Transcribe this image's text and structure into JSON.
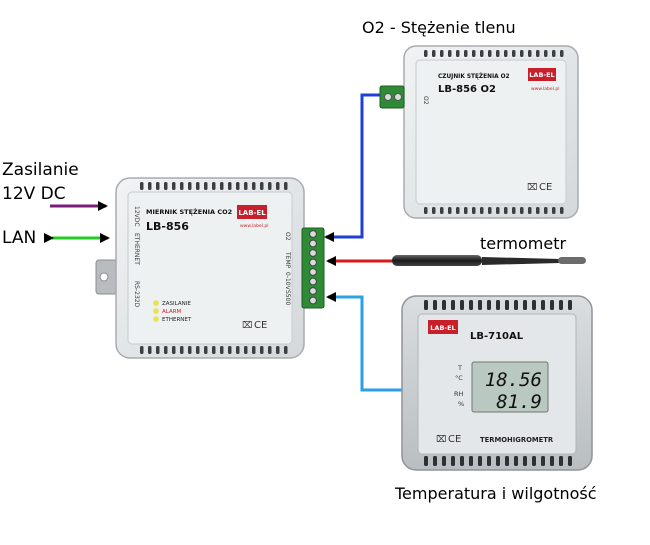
{
  "labels": {
    "o2_sensor": "O2 - Stężenie tlenu",
    "power_line1": "Zasilanie",
    "power_line2": "12V DC",
    "lan": "LAN",
    "thermometer": "termometr",
    "thermohygrometer_caption": "Temperatura i wilgotność"
  },
  "main_device": {
    "title": "MIERNIK STĘŻENIA CO2",
    "model": "LB-856",
    "brand": "LAB-EL",
    "url": "www.label.pl",
    "port_12vdc": "12VDC",
    "port_ethernet": "ETHERNET",
    "port_rs": "RS-232D",
    "port_o2": "O2",
    "port_temp": "TEMP",
    "port_010v": "0-10V",
    "port_s500": "S500",
    "led_power": "ZASILANIE",
    "led_alarm": "ALARM",
    "led_ethernet": "ETHERNET",
    "cert": "CE"
  },
  "o2_device": {
    "title": "CZUJNIK STĘŻENIA O2",
    "model": "LB-856 O2",
    "brand": "LAB-EL",
    "url": "www.label.pl",
    "side": "O2",
    "cert": "CE"
  },
  "thermo_device": {
    "brand": "LAB-EL",
    "model": "LB-710AL",
    "temp_unit": "T",
    "temp_unit2": "°C",
    "temp_value": "18.56",
    "rh_unit": "RH",
    "rh_unit2": "%",
    "rh_value": "81.9",
    "name": "TERMOHIGROMETR",
    "cert": "CE"
  },
  "colors": {
    "power_wire": "#7a1d7a",
    "lan_wire": "#22cc22",
    "o2_wire": "#1f3fd6",
    "temp_wire": "#d61a1a",
    "rh_wire": "#2aa0e6",
    "green_connector": "#2e8a34",
    "lcd": "#b9c8c0"
  }
}
